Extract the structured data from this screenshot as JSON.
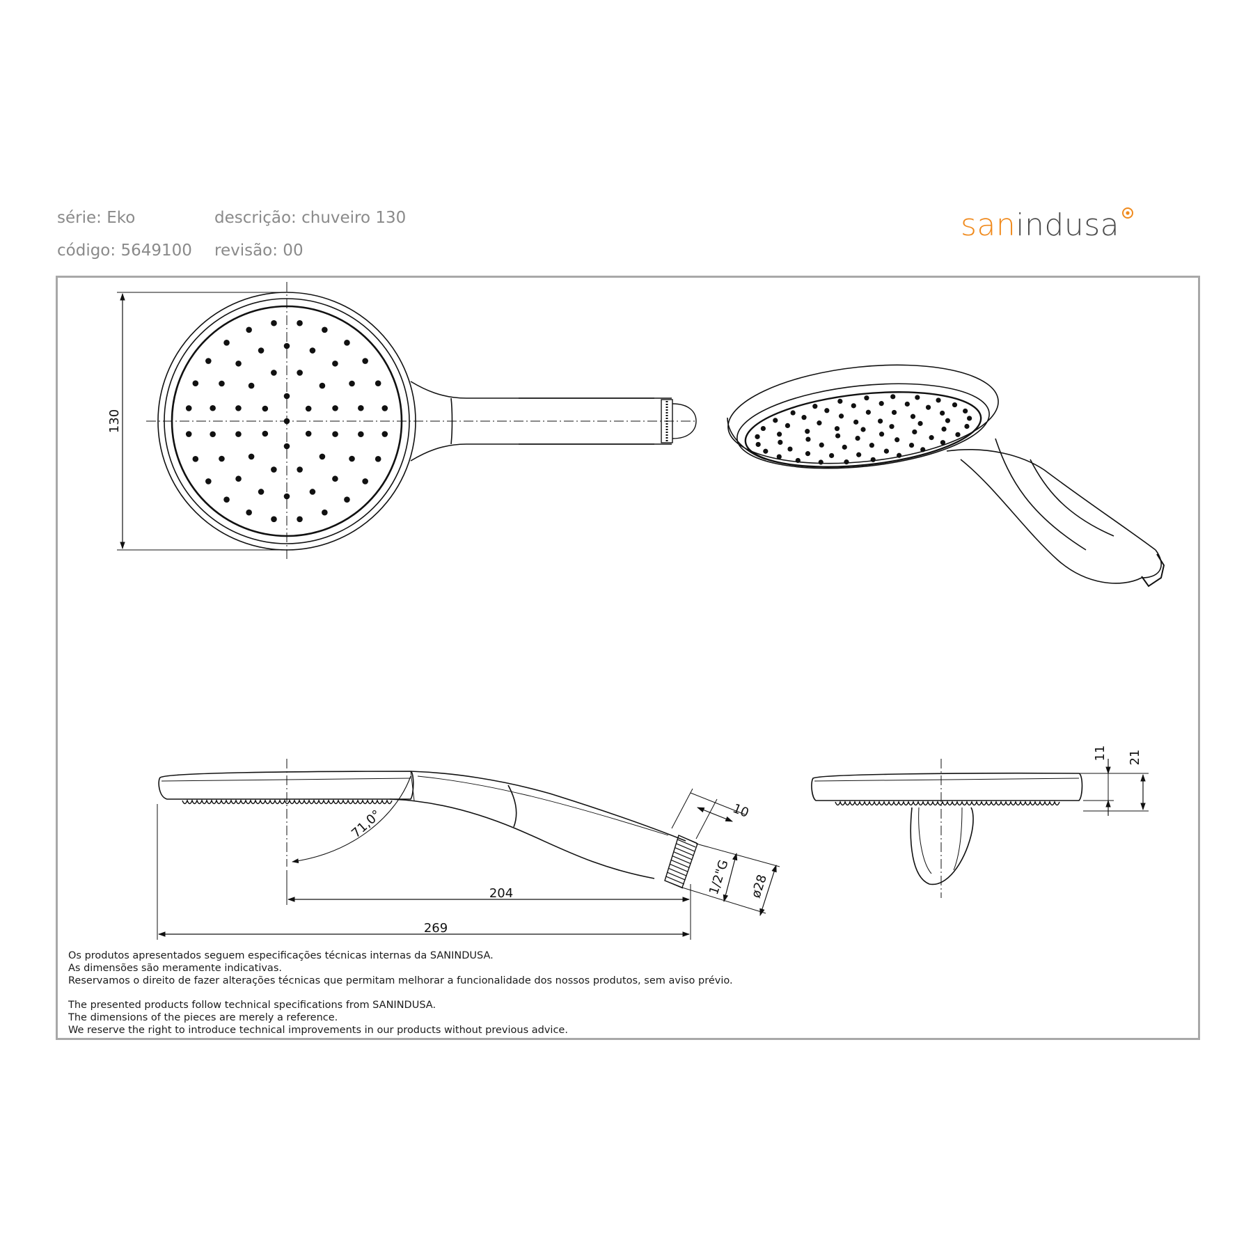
{
  "header": {
    "serie": "série: Eko",
    "descricao": "descrição: chuveiro 130",
    "codigo": "código: 5649100",
    "revisao": "revisão: 00"
  },
  "logo": {
    "part1": "san",
    "part2": "indusa"
  },
  "colors": {
    "brand_orange": "#f08a1d",
    "brand_gray": "#4d4d4d",
    "frame": "#a8a8a8",
    "header_text": "#8a8a8a"
  },
  "dimensions": {
    "d130": "130",
    "d204": "204",
    "d269": "269",
    "d10": "10",
    "thread": "1/2\"G",
    "d28": "ø28",
    "angle": "71,0°",
    "d11": "11",
    "d21": "21"
  },
  "footer": {
    "pt": [
      "Os produtos apresentados seguem especificações técnicas internas da SANINDUSA.",
      "As dimensões são meramente indicativas.",
      "Reservamos o direito de fazer alterações técnicas que permitam melhorar a funcionalidade dos nossos produtos, sem aviso prévio."
    ],
    "en": [
      "The presented products follow technical specifications from SANINDUSA.",
      "The dimensions of the pieces are merely a reference.",
      "We reserve the right to introduce technical improvements in our products without previous advice."
    ]
  }
}
